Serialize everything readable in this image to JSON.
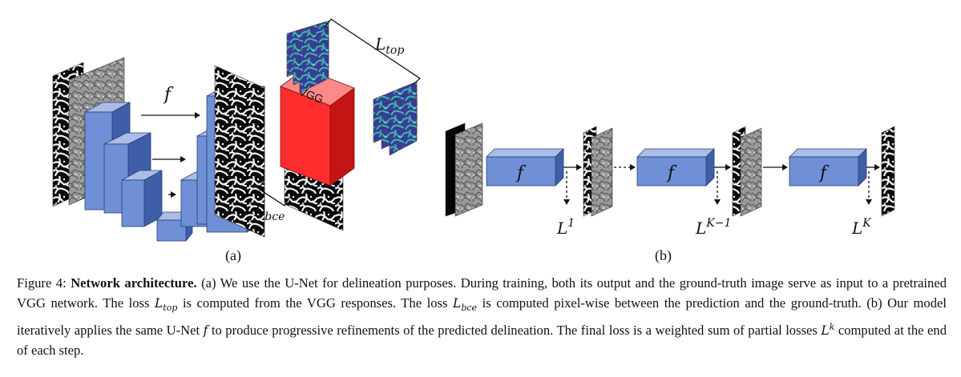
{
  "colors": {
    "block_top": "#a9bde8",
    "block_front": "#6f8fd6",
    "block_side": "#3e5fa8",
    "vgg_front": "#ff2d2d",
    "vgg_top": "#ff8888",
    "vgg_side": "#c41515",
    "feature_map_fill": "#3b3b9a",
    "feature_map_accent": "#3ab8a8"
  },
  "panel_a": {
    "label": "(a)",
    "network_label": "f",
    "vgg_label": "VGG",
    "loss_top_script": "L",
    "loss_top_sub": "top",
    "loss_bce_script": "L",
    "loss_bce_sub": "bce"
  },
  "panel_b": {
    "label": "(b)",
    "blocks": [
      "f",
      "f",
      "f"
    ],
    "losses": [
      {
        "script": "L",
        "sup": "1"
      },
      {
        "script": "L",
        "sup": "K−1"
      },
      {
        "script": "L",
        "sup": "K"
      }
    ]
  },
  "caption": {
    "prefix": "Figure 4: ",
    "bold": "Network architecture.",
    "t1": " (a) We use the U-Net for delineation purposes. During training, both its output and the ground-truth image serve as input to a pretrained VGG network. The loss ",
    "m1": "L",
    "m1_sub": "top",
    "t2": " is computed from the VGG responses. The loss ",
    "m2": "L",
    "m2_sub": "bce",
    "t3": " is computed pixel-wise between the prediction and the ground-truth. (b) Our model iteratively applies the same U-Net ",
    "m3": "f",
    "t4": " to produce progressive refinements of the predicted delineation. The final loss is a weighted sum of partial losses ",
    "m4": "L",
    "m4_sup": "k",
    "t5": " computed at the end of each step."
  }
}
